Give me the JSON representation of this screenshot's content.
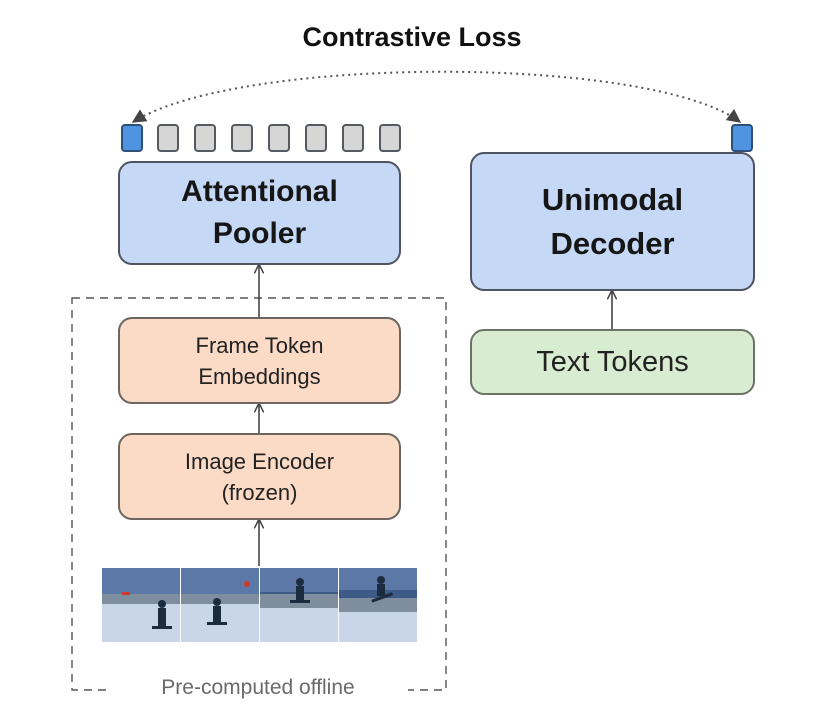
{
  "diagram": {
    "title": "Contrastive Loss",
    "nodes": {
      "attentional_pooler": "Attentional\nPooler",
      "unimodal_decoder": "Unimodal\nDecoder",
      "frame_token_embeddings": "Frame Token\nEmbeddings",
      "image_encoder": "Image Encoder\n(frozen)",
      "text_tokens": "Text Tokens"
    },
    "offline_group_label": "Pre-computed offline",
    "frames": [
      "snowboarder-frame-1",
      "snowboarder-frame-2",
      "snowboarder-frame-3",
      "snowboarder-frame-4"
    ],
    "token_count": 8,
    "colors": {
      "pooler_fill": "#c5d8f5",
      "encoder_fill": "#fbdac6",
      "text_fill": "#d8ecd2",
      "cls_token": "#4f94e0",
      "token": "#d6d6d6"
    }
  }
}
